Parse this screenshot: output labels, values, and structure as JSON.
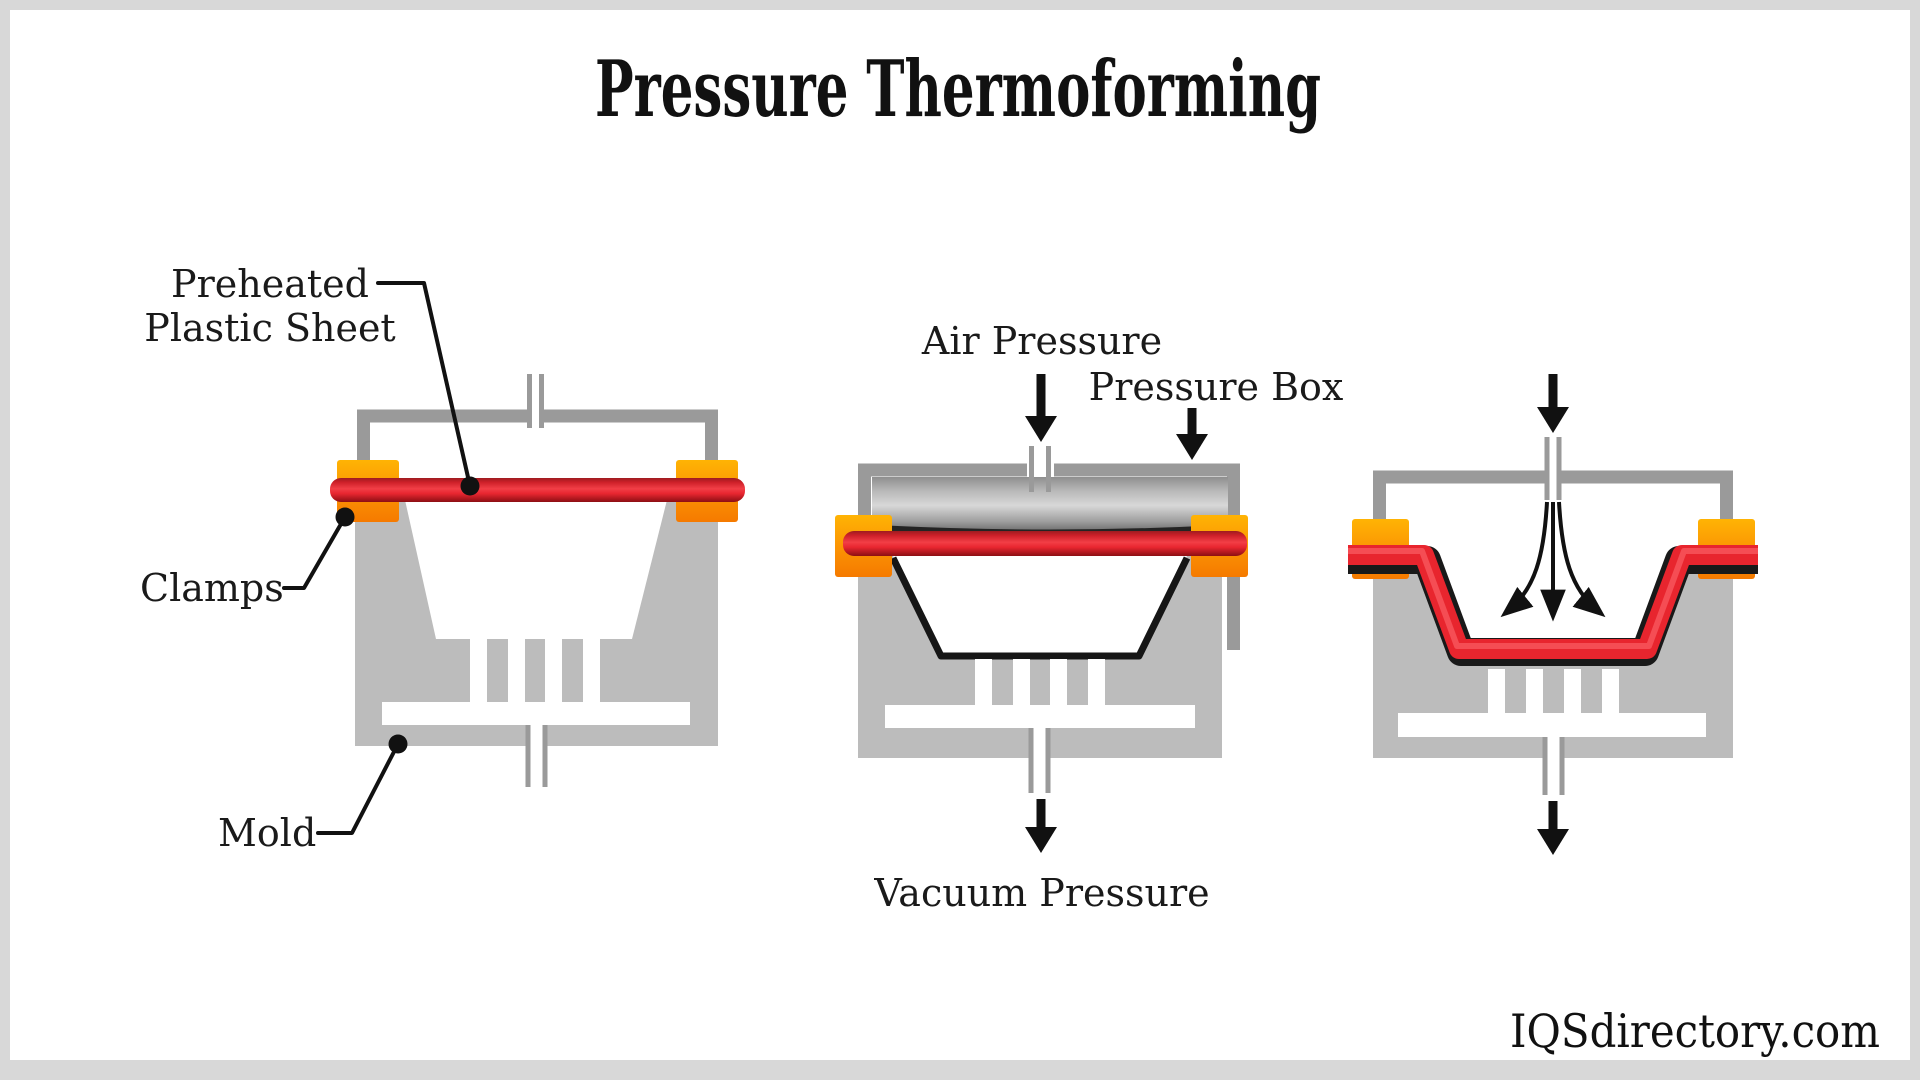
{
  "title": "Pressure Thermoforming",
  "watermark": "IQSdirectory.com",
  "labels": {
    "preheated_line1": "Preheated",
    "preheated_line2": "Plastic Sheet",
    "clamps": "Clamps",
    "mold": "Mold",
    "air_pressure": "Air Pressure",
    "pressure_box": "Pressure Box",
    "vacuum_pressure": "Vacuum Pressure"
  },
  "colors": {
    "page_border_gray": "#D8D8D8",
    "canvas_white": "#FFFFFF",
    "mold_gray": "#BCBCBC",
    "frame_gray": "#9A9A9A",
    "clamp_orange_top": "#FFB404",
    "clamp_orange_bottom": "#F57A00",
    "sheet_red_bright": "#F23E46",
    "sheet_red_dark": "#8C0E13",
    "formed_sheet_red": "#E8252E",
    "cavity_outline_black": "#161616",
    "arrow_black": "#111111",
    "pressure_box_highlight": "#D8D8D8",
    "pressure_box_shadow": "#606060"
  }
}
